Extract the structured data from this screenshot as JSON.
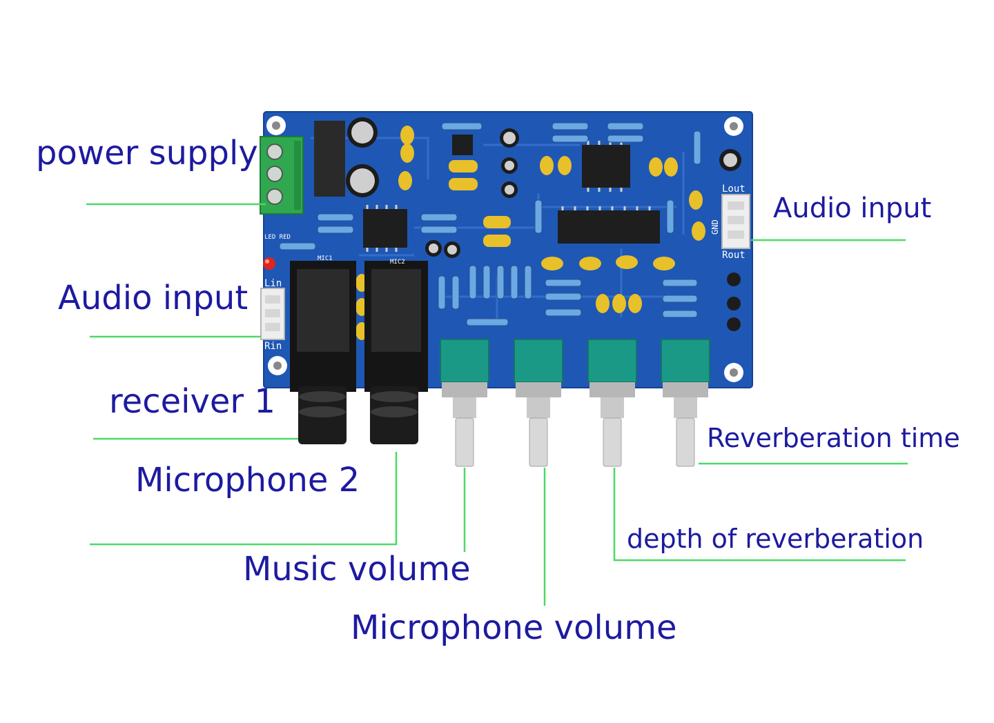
{
  "colors": {
    "label_text": "#1d1aa0",
    "leader_line": "#4cd964",
    "pcb_blue": "#1f57b5",
    "terminal_green": "#2fa84f",
    "potentiometer_teal": "#1a9a86",
    "capacitor_yellow": "#e8c02a",
    "led_red": "#e0251c"
  },
  "callouts": {
    "power_supply": "power supply",
    "audio_input_left": "Audio input",
    "audio_input_right": "Audio input",
    "receiver_1": "receiver 1",
    "microphone_2": "Microphone 2",
    "music_volume": "Music volume",
    "microphone_volume": "Microphone volume",
    "depth_of_reverberation": "depth of reverberation",
    "reverberation_time": "Reverberation time"
  },
  "board_silkscreen": {
    "lout": "Lout",
    "rout": "Rout",
    "gnd": "GND",
    "lin": "Lin",
    "rin": "Rin",
    "led_red": "LED RED",
    "mic1": "MIC1",
    "mic2": "MIC2"
  }
}
